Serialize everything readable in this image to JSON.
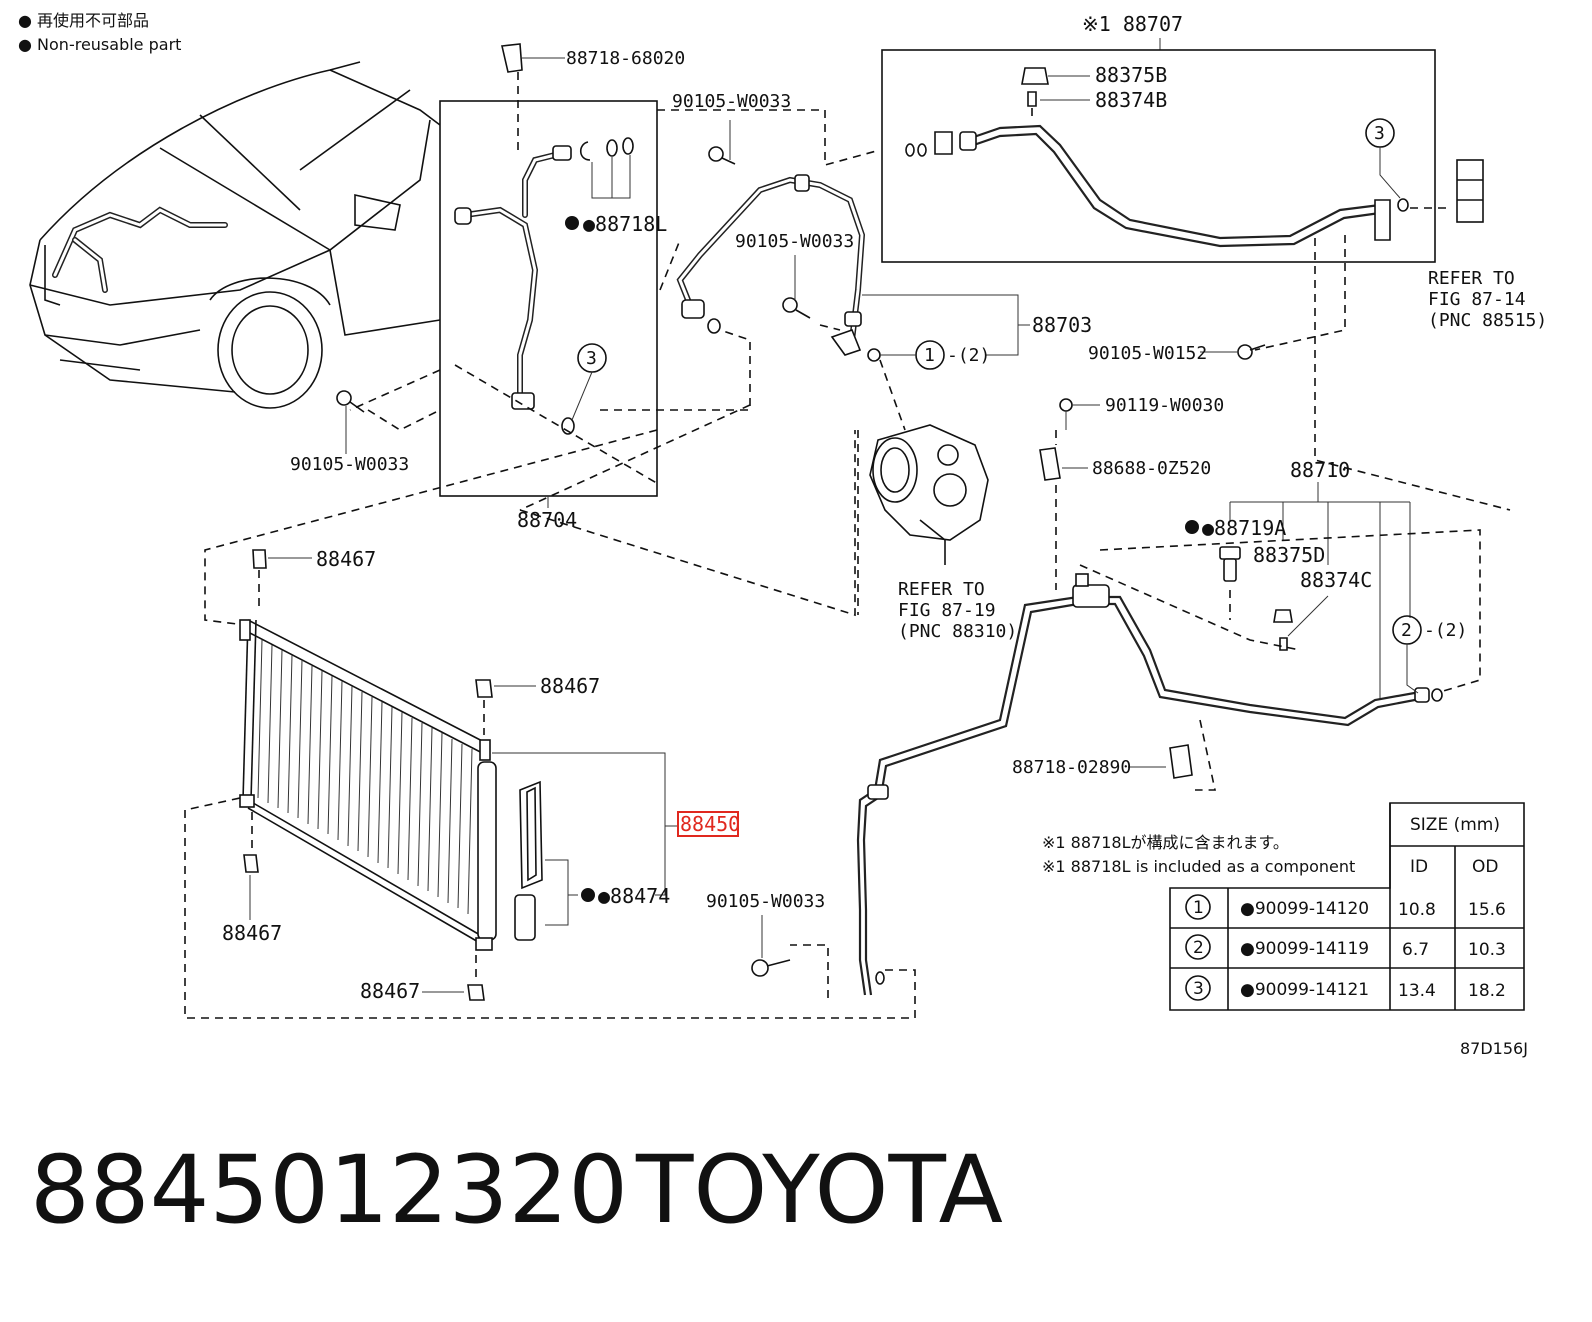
{
  "legend": {
    "line_jp": "● 再使用不可部品",
    "line_en": "● Non-reusable part"
  },
  "labels": {
    "p88718_68020": "88718-68020",
    "p90105_w0033_top": "90105-W0033",
    "p90105_w0033_mid": "90105-W0033",
    "p88718L": "●88718L",
    "p88707": "※1 88707",
    "p88375B": "88375B",
    "p88374B": "88374B",
    "p88703": "88703",
    "circle1_label": "-(2)",
    "p90105_w0152": "90105-W0152",
    "refer_87_14": [
      "REFER TO",
      "FIG 87-14",
      "(PNC 88515)"
    ],
    "p90105_w0033_left": "90105-W0033",
    "p88704": "88704",
    "p90119_w0030": "90119-W0030",
    "p88688_0z520": "88688-0Z520",
    "p88710": "88710",
    "p88719A": "●88719A",
    "p88375D": "88375D",
    "p88374C": "88374C",
    "refer_87_19": [
      "REFER TO",
      "FIG 87-19",
      "(PNC 88310)"
    ],
    "p88467_a": "88467",
    "p88467_b": "88467",
    "p88467_c": "88467",
    "p88467_d": "88467",
    "p88450": "88450",
    "p88474": "●88474",
    "p90105_w0033_bottom": "90105-W0033",
    "circle2_label": "-(2)",
    "p88718_02890": "88718-02890"
  },
  "callouts": [
    "1",
    "2",
    "3"
  ],
  "notes": {
    "jp": "※1 88718Lが構成に含まれます。",
    "en": "※1 88718L is included as a component"
  },
  "size_table": {
    "header": "SIZE (mm)",
    "col_id": "ID",
    "col_od": "OD",
    "rows": [
      {
        "ref": "1",
        "part": "●90099-14120",
        "id": "10.8",
        "od": "15.6"
      },
      {
        "ref": "2",
        "part": "●90099-14119",
        "id": "6.7",
        "od": "10.3"
      },
      {
        "ref": "3",
        "part": "●90099-14121",
        "id": "13.4",
        "od": "18.2"
      }
    ]
  },
  "diagram_code": "87D156J",
  "footer": {
    "part_number": "8845012320",
    "brand": "TOYOTA"
  },
  "highlight_color": "#e0281e"
}
